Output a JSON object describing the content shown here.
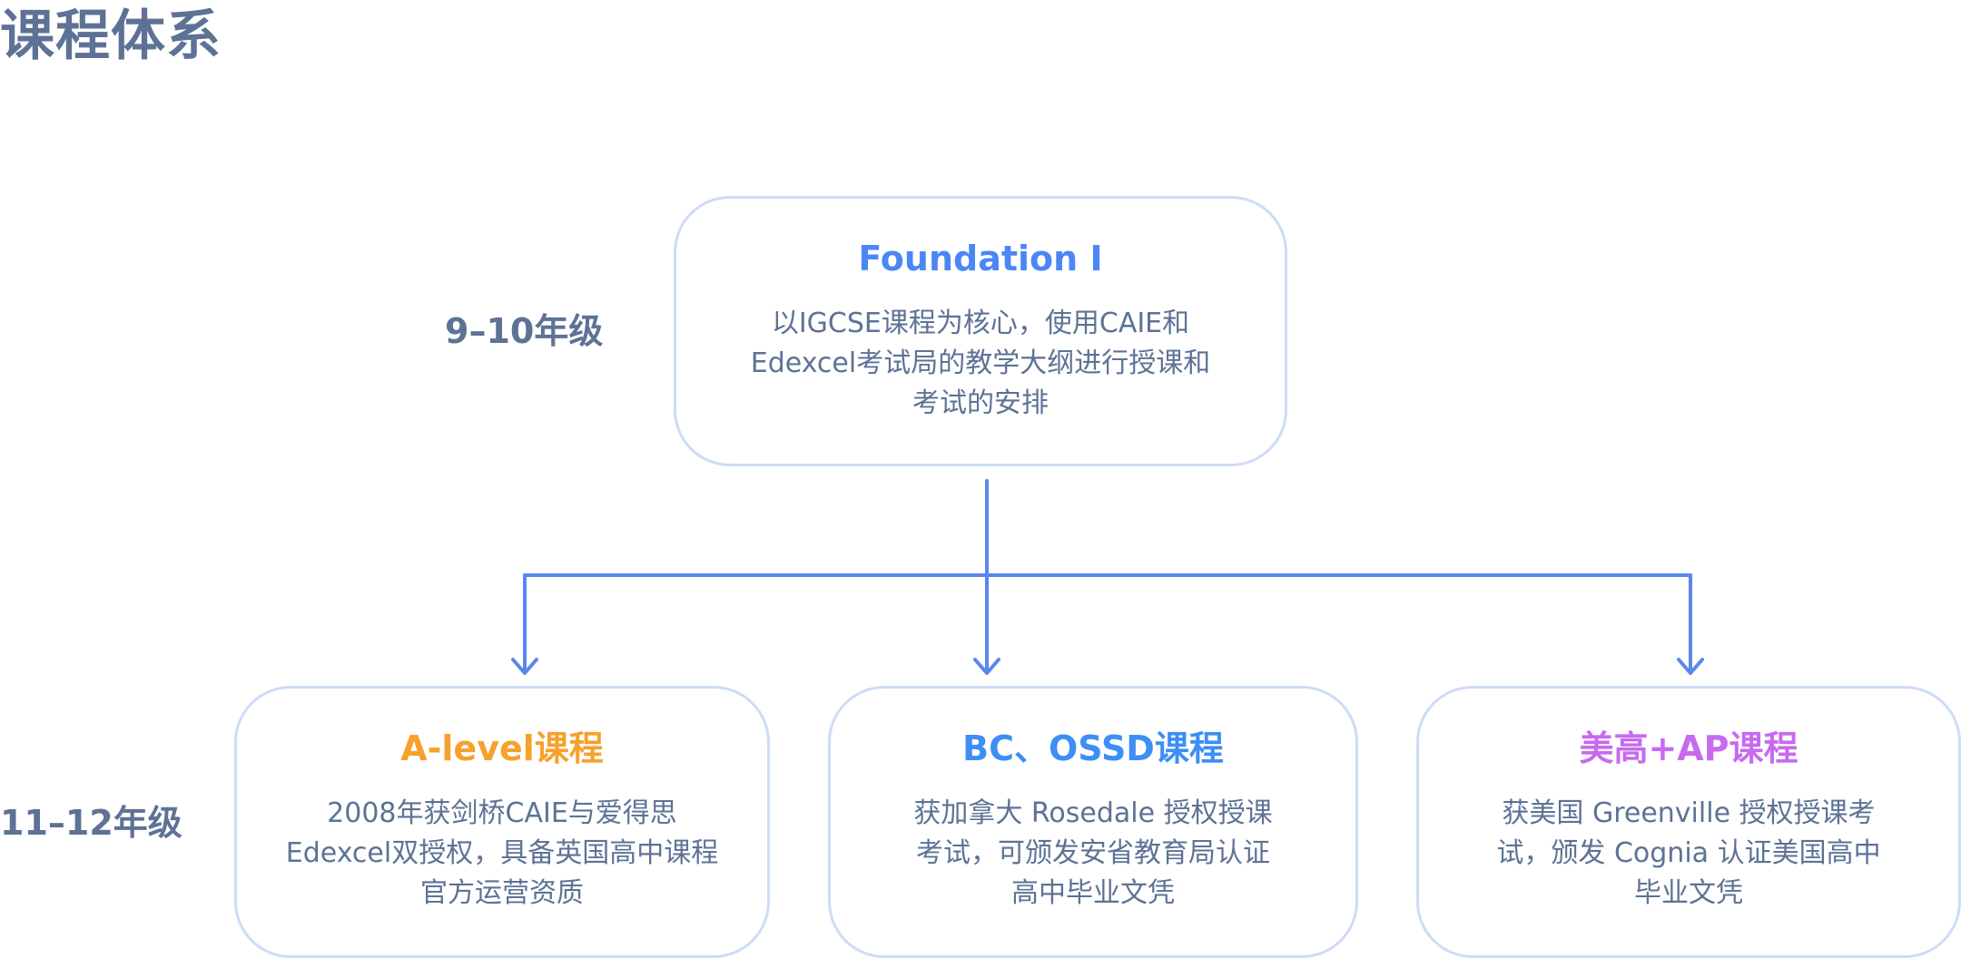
{
  "page": {
    "title": "课程体系"
  },
  "grades": {
    "top": "9–10年级",
    "bottom": "11–12年级"
  },
  "foundation": {
    "title": "Foundation I",
    "desc_lines": [
      "以IGCSE课程为核心，使用CAIE和",
      "Edexcel考试局的教学大纲进行授课和",
      "考试的安排"
    ]
  },
  "programs": [
    {
      "title": "A-level课程",
      "desc_lines": [
        "2008年获剑桥CAIE与爱得思",
        "Edexcel双授权，具备英国高中课程",
        "官方运营资质"
      ]
    },
    {
      "title": "BC、OSSD课程",
      "desc_lines": [
        "获加拿大 Rosedale 授权授课",
        "考试，可颁发安省教育局认证",
        "高中毕业文凭"
      ]
    },
    {
      "title": "美高+AP课程",
      "desc_lines": [
        "获美国 Greenville 授权授课考",
        "试，颁发 Cognia 认证美国高中",
        "毕业文凭"
      ]
    }
  ],
  "colors": {
    "connector": "#5b86ee",
    "card_border": "#cddcf7",
    "heading": "#5d7295"
  }
}
